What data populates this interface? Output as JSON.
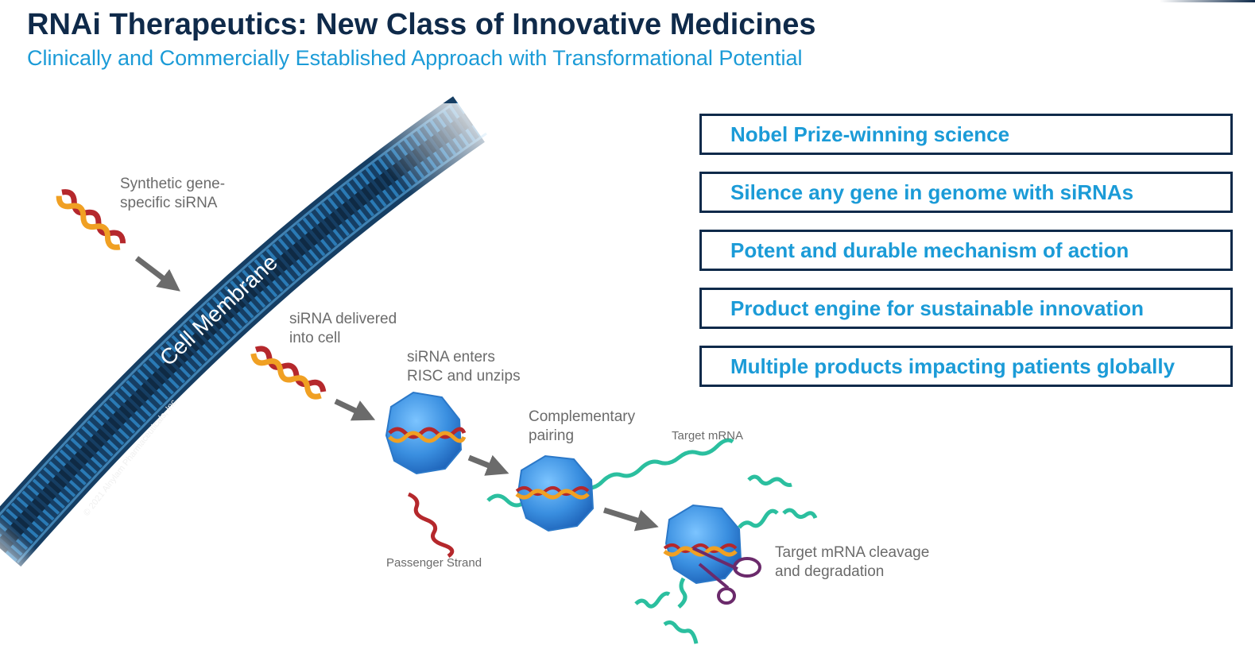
{
  "header": {
    "title": "RNAi Therapeutics: New Class of Innovative Medicines",
    "subtitle": "Clinically and Commercially Established Approach with Transformational Potential"
  },
  "diagram": {
    "membrane_label": "Cell Membrane",
    "copyright": "© 2021 Alnylam Pharmaceuticals, Inc.",
    "steps": {
      "synthetic_sirna": [
        "Synthetic gene-",
        "specific siRNA"
      ],
      "delivered": [
        "siRNA delivered",
        "into cell"
      ],
      "risc": [
        "siRNA enters",
        "RISC and unzips"
      ],
      "pairing": [
        "Complementary",
        "pairing"
      ],
      "target_mrna": "Target mRNA",
      "passenger": "Passenger Strand",
      "cleavage": [
        "Target mRNA cleavage",
        "and degradation"
      ]
    },
    "colors": {
      "membrane_blue": "#1f5f8f",
      "risc_blue": "#3a8fe0",
      "strand_red": "#b5282c",
      "strand_orange": "#f0a023",
      "mrna_teal": "#2bbf9f",
      "scissors": "#6b2a6b",
      "arrow_gray": "#6b6b6b"
    }
  },
  "highlights": [
    "Nobel Prize-winning science",
    "Silence any gene in genome with siRNAs",
    "Potent and durable mechanism of action",
    "Product engine for sustainable innovation",
    "Multiple products impacting patients globally"
  ]
}
